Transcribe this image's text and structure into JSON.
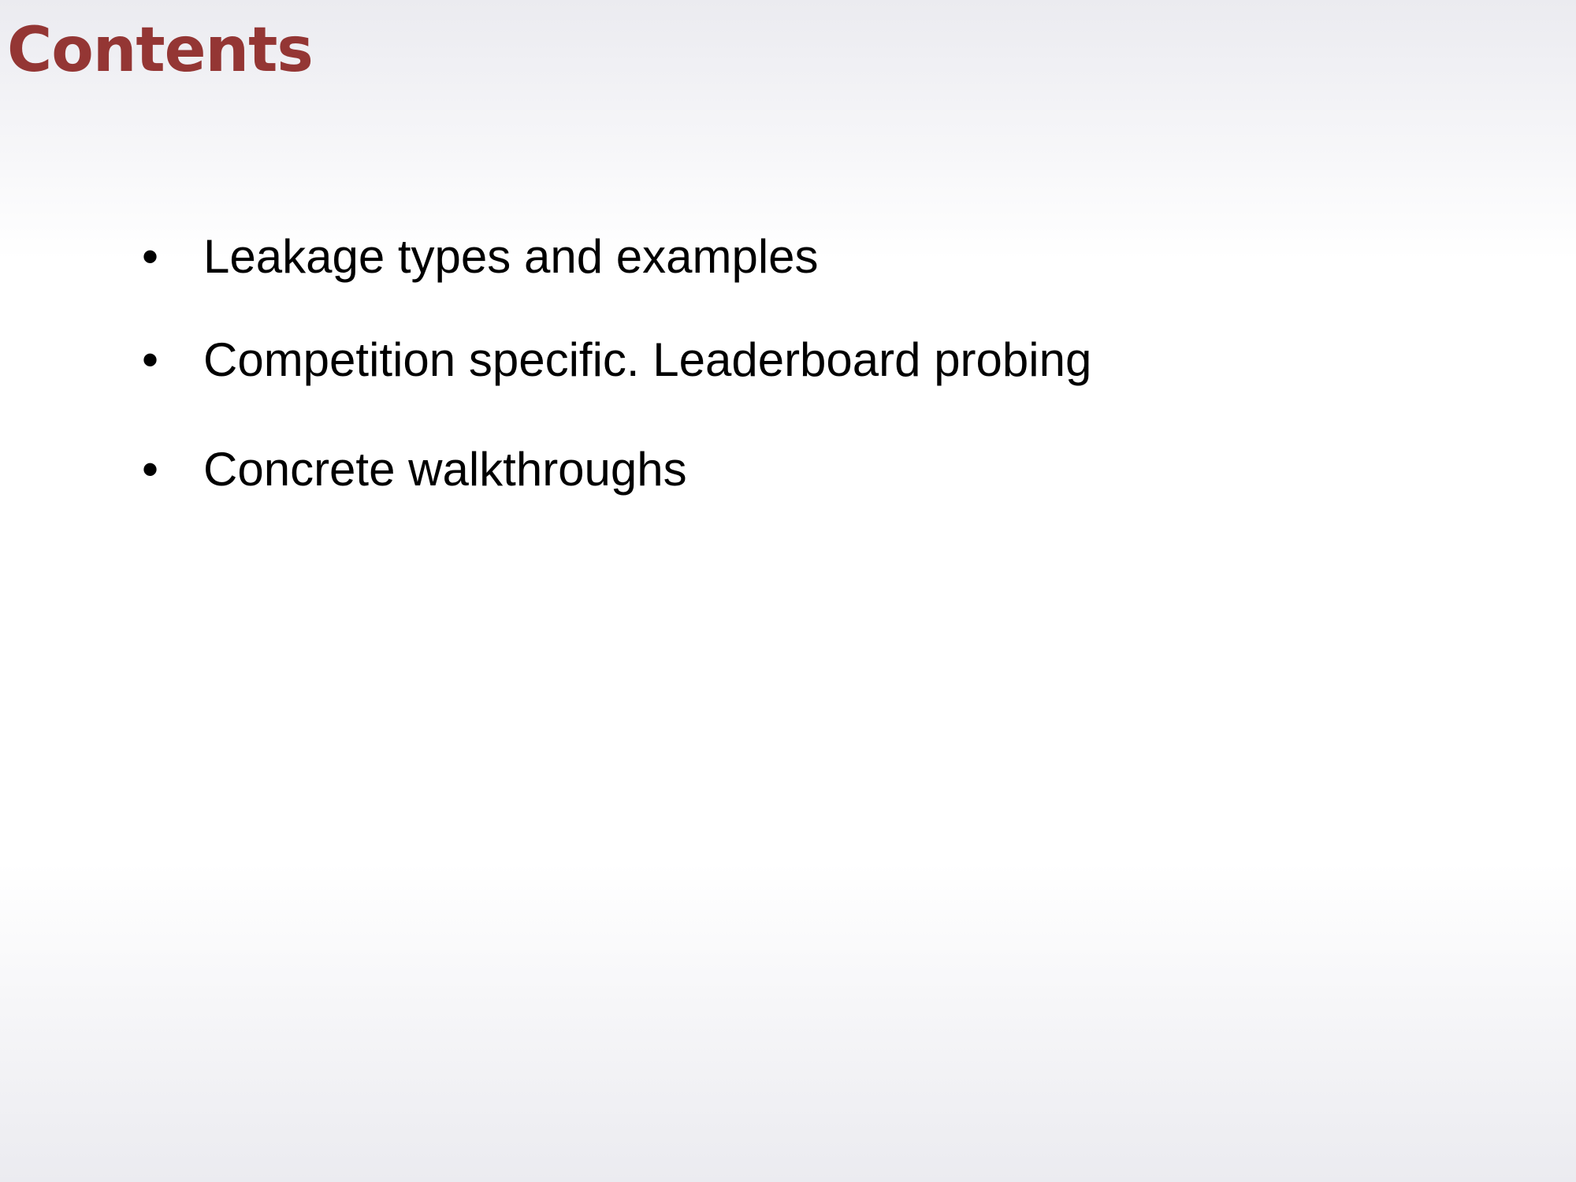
{
  "slide": {
    "title": "Contents",
    "bullet_glyph": "•",
    "items": [
      {
        "text": "Leakage types and examples"
      },
      {
        "text": "Competition specific. Leaderboard probing"
      },
      {
        "text": "Concrete walkthroughs"
      }
    ]
  },
  "colors": {
    "title": "#943634",
    "text": "#000000"
  }
}
